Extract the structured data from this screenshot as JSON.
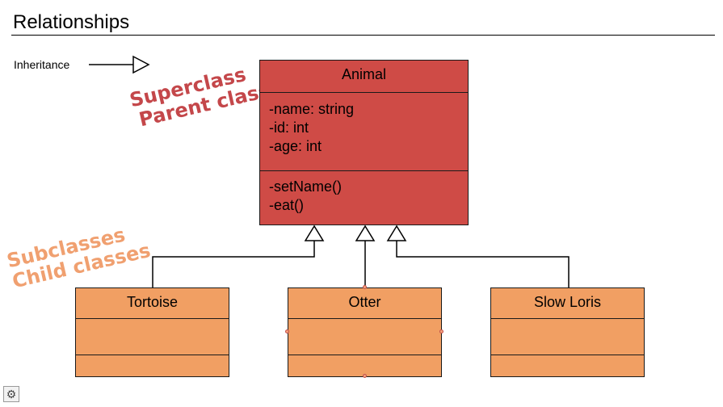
{
  "page": {
    "title": "Relationships"
  },
  "legend": {
    "label": "Inheritance"
  },
  "annotations": {
    "superclass": [
      "Superclass",
      "Parent class"
    ],
    "subclasses": [
      "Subclasses",
      "Child classes"
    ]
  },
  "classes": {
    "animal": {
      "name": "Animal",
      "attributes": [
        "-name: string",
        "-id: int",
        "-age: int"
      ],
      "methods": [
        "-setName()",
        "-eat()"
      ]
    },
    "tortoise": {
      "name": "Tortoise"
    },
    "otter": {
      "name": "Otter"
    },
    "slow_loris": {
      "name": "Slow Loris"
    }
  },
  "colors": {
    "superclass_fill": "#cf4b46",
    "subclass_fill": "#f19f63",
    "annotation_red": "#c4474a",
    "annotation_orange": "#f0a070"
  },
  "icons": {
    "settings": "gear-icon"
  }
}
